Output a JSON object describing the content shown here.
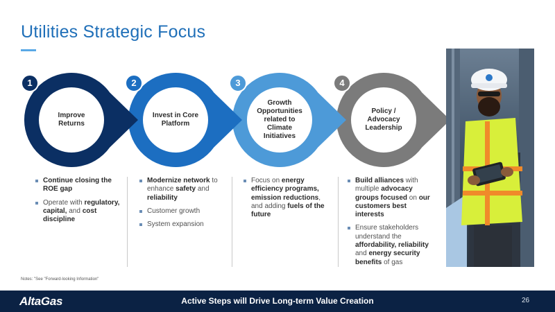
{
  "slide": {
    "title": "Utilities Strategic Focus",
    "notes": "Notes: \"See \"Forward-looking Information\"",
    "footer_logo": "AltaGas",
    "footer_tagline": "Active Steps will Drive Long-term Value Creation",
    "page_number": "26"
  },
  "colors": {
    "title": "#1f6fb8",
    "step1": "#0b2f63",
    "step2": "#1c6ec1",
    "step3": "#4d9ad8",
    "step4": "#7b7b7b",
    "footer": "#0b2244"
  },
  "steps": [
    {
      "number": "1",
      "label_lines": [
        "Improve",
        "Returns"
      ],
      "bullets": [
        [
          {
            "t": "Continue closing the ROE gap",
            "b": true
          }
        ],
        [
          {
            "t": "Operate with ",
            "b": false
          },
          {
            "t": "regulatory, capital,",
            "b": true
          },
          {
            "t": " and ",
            "b": false
          },
          {
            "t": "cost discipline",
            "b": true
          }
        ]
      ]
    },
    {
      "number": "2",
      "label_lines": [
        "Invest in Core",
        "Platform"
      ],
      "bullets": [
        [
          {
            "t": "Modernize network",
            "b": true
          },
          {
            "t": " to enhance ",
            "b": false
          },
          {
            "t": "safety",
            "b": true
          },
          {
            "t": " and ",
            "b": false
          },
          {
            "t": "reliability",
            "b": true
          }
        ],
        [
          {
            "t": "Customer growth",
            "b": false
          }
        ],
        [
          {
            "t": "System expansion",
            "b": false
          }
        ]
      ]
    },
    {
      "number": "3",
      "label_lines": [
        "Growth",
        "Opportunities",
        "related to",
        "Climate",
        "Initiatives"
      ],
      "bullets": [
        [
          {
            "t": "Focus on ",
            "b": false
          },
          {
            "t": "energy efficiency programs, emission reductions",
            "b": true
          },
          {
            "t": ", and adding ",
            "b": false
          },
          {
            "t": "fuels of the future",
            "b": true
          }
        ]
      ]
    },
    {
      "number": "4",
      "label_lines": [
        "Policy /",
        "Advocacy",
        "Leadership"
      ],
      "bullets": [
        [
          {
            "t": "Build alliances",
            "b": true
          },
          {
            "t": " with multiple ",
            "b": false
          },
          {
            "t": "advocacy groups focused",
            "b": true
          },
          {
            "t": " on ",
            "b": false
          },
          {
            "t": "our customers best interests",
            "b": true
          }
        ],
        [
          {
            "t": "Ensure stakeholders understand the ",
            "b": false
          },
          {
            "t": "affordability, reliability",
            "b": true
          },
          {
            "t": " and ",
            "b": false
          },
          {
            "t": "energy security benefits",
            "b": true
          },
          {
            "t": " of gas",
            "b": false
          }
        ]
      ]
    }
  ]
}
